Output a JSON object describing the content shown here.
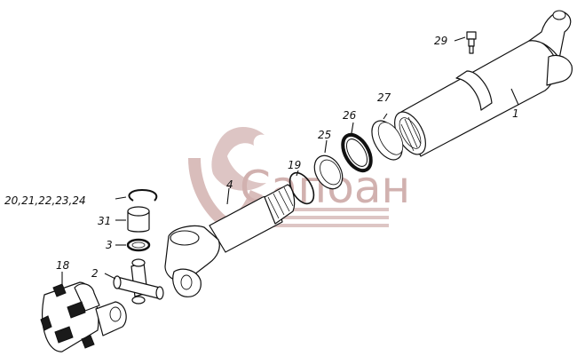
{
  "watermark": {
    "text": "Сапоан",
    "color": "#c9a4a2"
  },
  "colors": {
    "line": "#111111",
    "background": "#ffffff"
  },
  "callouts": [
    {
      "id": "1",
      "text": "1"
    },
    {
      "id": "29",
      "text": "29"
    },
    {
      "id": "27",
      "text": "27"
    },
    {
      "id": "26",
      "text": "26"
    },
    {
      "id": "25",
      "text": "25"
    },
    {
      "id": "19",
      "text": "19"
    },
    {
      "id": "4",
      "text": "4"
    },
    {
      "id": "20",
      "text": "20,21,22,23,24"
    },
    {
      "id": "31",
      "text": "31"
    },
    {
      "id": "3",
      "text": "3"
    },
    {
      "id": "2",
      "text": "2"
    },
    {
      "id": "18",
      "text": "18"
    }
  ]
}
